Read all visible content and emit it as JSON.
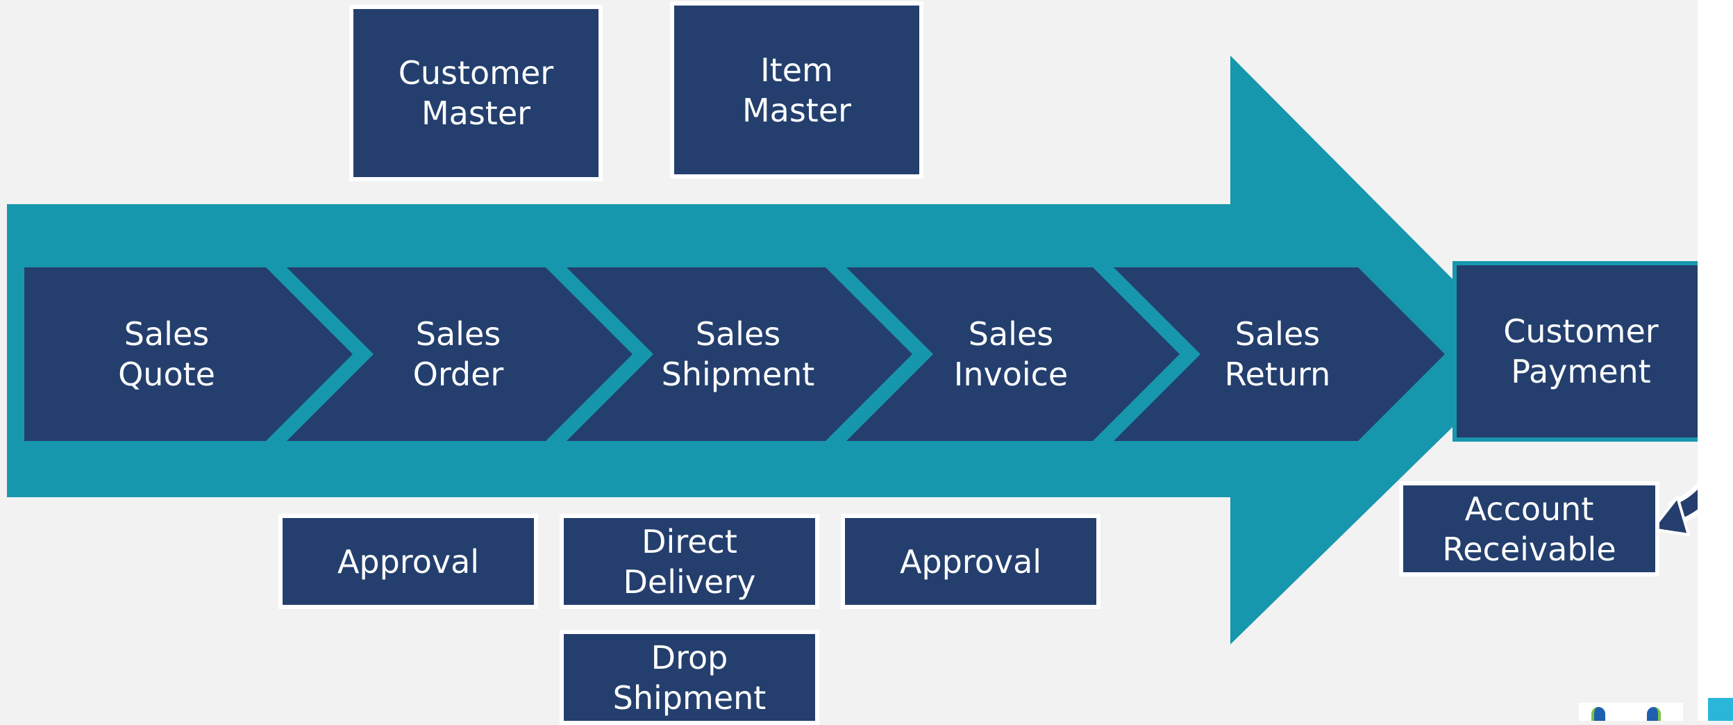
{
  "colors": {
    "background": "#f2f2f2",
    "arrow": "#1797ad",
    "box_fill": "#243f6e",
    "box_border": "#ffffff",
    "text": "#ffffff",
    "accent_cyan": "#29b6d8"
  },
  "masters": [
    {
      "line1": "Customer",
      "line2": "Master"
    },
    {
      "line1": "Item",
      "line2": "Master"
    }
  ],
  "process_steps": [
    {
      "line1": "Sales",
      "line2": "Quote"
    },
    {
      "line1": "Sales",
      "line2": "Order"
    },
    {
      "line1": "Sales",
      "line2": "Shipment"
    },
    {
      "line1": "Sales",
      "line2": "Invoice"
    },
    {
      "line1": "Sales",
      "line2": "Return"
    }
  ],
  "payment": {
    "line1": "Customer",
    "line2": "Payment"
  },
  "sub_boxes": {
    "order_approval": {
      "line1": "Approval"
    },
    "direct_delivery": {
      "line1": "Direct",
      "line2": "Delivery"
    },
    "drop_shipment": {
      "line1": "Drop",
      "line2": "Shipment"
    },
    "invoice_approval": {
      "line1": "Approval"
    },
    "account_receivable": {
      "line1": "Account",
      "line2": "Receivable"
    }
  },
  "flow_connector": {
    "from": "Customer Payment",
    "to": "Account Receivable",
    "icon": "curved-arrow-icon"
  }
}
